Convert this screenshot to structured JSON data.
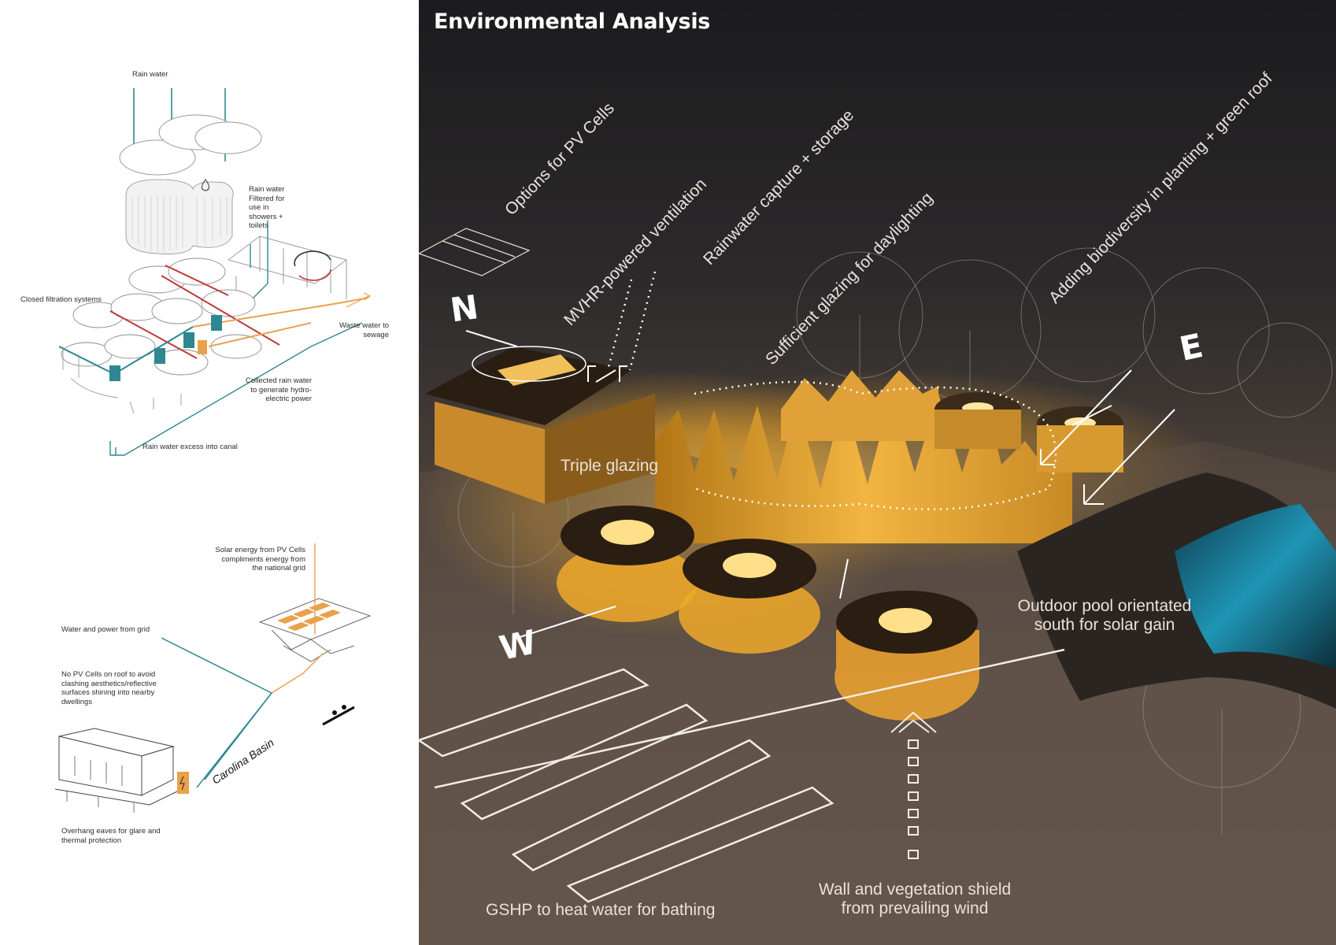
{
  "title": "Environmental Analysis",
  "left_labels": {
    "rain_water": "Rain water",
    "rain_filtered": [
      "Rain water",
      "Filtered for",
      "use in",
      "showers +",
      "toilets"
    ],
    "closed_filtration": "Closed filtration systems",
    "waste_water": [
      "Waste water to",
      "sewage"
    ],
    "collected_rain": [
      "Collected rain water",
      "to generate hydro-",
      "electric power"
    ],
    "rain_excess": "Rain water excess into canal",
    "solar_energy": [
      "Solar energy from PV Cells",
      "compliments energy from",
      "the national grid"
    ],
    "water_power_grid": "Water and power from grid",
    "no_pv": [
      "No PV Cells on roof to avoid",
      "clashing aesthetics/reflective",
      "surfaces shining into nearby",
      "dwellings"
    ],
    "carolina_basin": "Carolina Basin",
    "overhang": [
      "Overhang eaves for glare and",
      "thermal protection"
    ]
  },
  "right_labels": {
    "pv_options": "Options for PV Cells",
    "mvhr": "MVHR-powered ventilation",
    "rainwater_capture": "Rainwater capture + storage",
    "glazing_daylight": "Sufficient glazing for daylighting",
    "biodiversity": "Adding biodiversity in planting + green roof",
    "triple_glazing": "Triple glazing",
    "outdoor_pool": [
      "Outdoor pool orientated",
      "south for solar gain"
    ],
    "gshp": "GSHP to heat water for bathing",
    "wall_shield": [
      "Wall and vegetation shield",
      "from prevailing wind"
    ]
  },
  "compass": {
    "north": "N",
    "east": "E",
    "west": "W"
  },
  "colors": {
    "teal": "#2f8790",
    "red": "#c0393b",
    "orange": "#e8a24b",
    "glow": "#f0a92a",
    "pool": "#1f95b4"
  }
}
